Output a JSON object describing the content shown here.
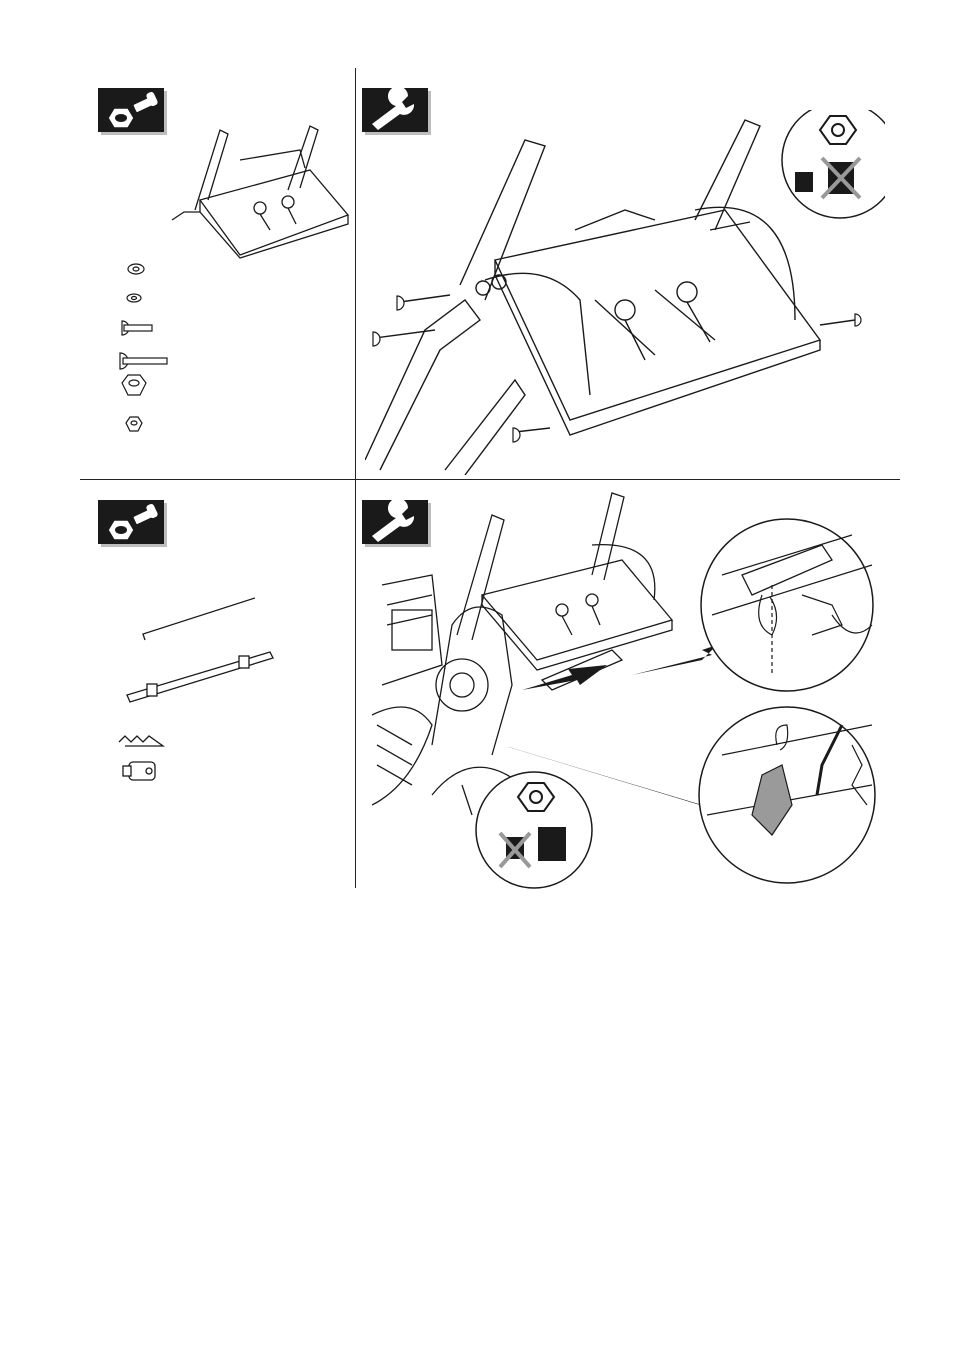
{
  "document": {
    "type": "assembly-instructions",
    "steps": [
      {
        "id": "step-1",
        "parts_icon": "hardware-icon",
        "tool_icon": "wrench-icon",
        "parts": [
          "flat-washer-large",
          "flat-washer-small",
          "carriage-bolt-short",
          "carriage-bolt-long",
          "lock-nut-large",
          "lock-nut-small"
        ],
        "torque_callout": {
          "small_weight": "allowed",
          "large_weight": "crossed-out"
        }
      },
      {
        "id": "step-2",
        "parts_icon": "hardware-icon",
        "tool_icon": "wrench-icon",
        "parts": [
          "shift-rod",
          "support-bracket",
          "hairpin-clip",
          "ferrule"
        ],
        "torque_callout": {
          "small_weight": "crossed-out",
          "large_weight": "allowed"
        }
      }
    ]
  },
  "colors": {
    "ink": "#1a1a1a",
    "badge": "#1a1a1a",
    "shadow": "#bdbdbd",
    "fill": "#ffffff"
  }
}
